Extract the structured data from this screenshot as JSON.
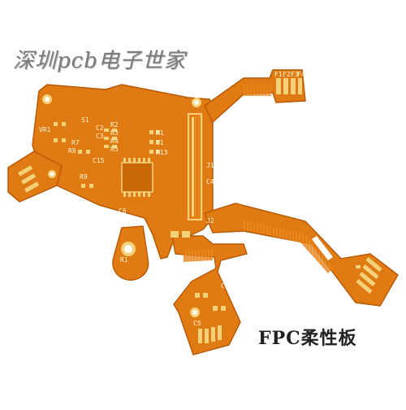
{
  "watermark": "深圳pcb电子世家",
  "caption": "FPC柔性板",
  "colors": {
    "background": "#ffffff",
    "substrate": "#e07a12",
    "substrate_dark": "#b85a05",
    "pad": "#f4d27a",
    "trace": "#f59a33",
    "silkscreen": "#fff6d8"
  },
  "silkscreen_labels": [
    "R2",
    "R3",
    "R4",
    "R5",
    "R1",
    "C1",
    "R13",
    "C2",
    "C3",
    "C15",
    "C6",
    "C4",
    "S1",
    "R7",
    "R8",
    "R9",
    "J1",
    "J2",
    "VR1",
    "C1",
    "R1",
    "C5",
    "F1",
    "F2",
    "F3",
    "F4"
  ]
}
